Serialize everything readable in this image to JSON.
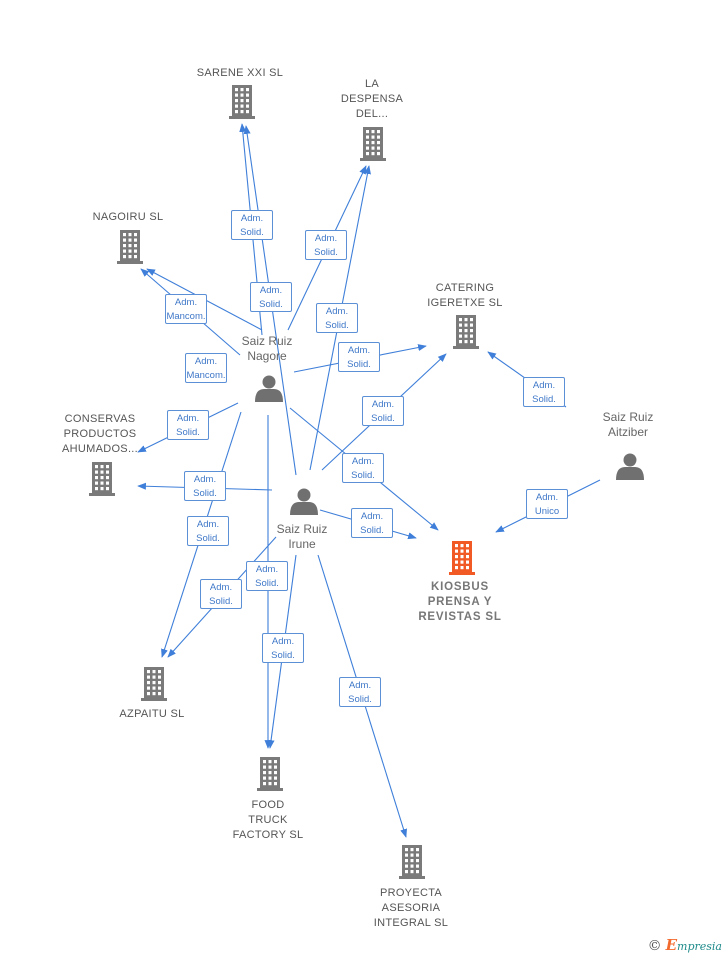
{
  "colors": {
    "edge": "#3f7fd9",
    "building": "#7a7a7a",
    "building_main": "#f15a24",
    "person": "#707070"
  },
  "companies": [
    {
      "id": "sarene",
      "lines": [
        "SARENE XXI SL"
      ],
      "main": false
    },
    {
      "id": "despensa",
      "lines": [
        "LA",
        "DESPENSA",
        "DEL..."
      ],
      "main": false
    },
    {
      "id": "nagoiru",
      "lines": [
        "NAGOIRU  SL"
      ],
      "main": false
    },
    {
      "id": "catering",
      "lines": [
        "CATERING",
        "IGERETXE  SL"
      ],
      "main": false
    },
    {
      "id": "conservas",
      "lines": [
        "CONSERVAS",
        "PRODUCTOS",
        "AHUMADOS..."
      ],
      "main": false
    },
    {
      "id": "kiosbus",
      "lines": [
        "KIOSBUS",
        "PRENSA Y",
        "REVISTAS  SL"
      ],
      "main": true
    },
    {
      "id": "azpaitu",
      "lines": [
        "AZPAITU SL"
      ],
      "main": false
    },
    {
      "id": "foodtruck",
      "lines": [
        "FOOD",
        "TRUCK",
        "FACTORY  SL"
      ],
      "main": false
    },
    {
      "id": "proyecta",
      "lines": [
        "PROYECTA",
        "ASESORIA",
        "INTEGRAL SL"
      ],
      "main": false
    }
  ],
  "persons": [
    {
      "id": "nagore",
      "lines": [
        "Saiz Ruiz",
        "Nagore"
      ]
    },
    {
      "id": "irune",
      "lines": [
        "Saiz Ruiz",
        "Irune"
      ]
    },
    {
      "id": "aitziber",
      "lines": [
        "Saiz Ruiz",
        "Aitziber"
      ]
    }
  ],
  "edge_labels": [
    [
      "Adm.",
      "Solid."
    ],
    [
      "Adm.",
      "Solid."
    ],
    [
      "Adm.",
      "Solid."
    ],
    [
      "Adm.",
      "Solid."
    ],
    [
      "Adm.",
      "Mancom."
    ],
    [
      "Adm.",
      "Mancom."
    ],
    [
      "Adm.",
      "Solid."
    ],
    [
      "Adm.",
      "Solid."
    ],
    [
      "Adm.",
      "Solid."
    ],
    [
      "Adm.",
      "Solid."
    ],
    [
      "Adm.",
      "Solid."
    ],
    [
      "Adm.",
      "Solid."
    ],
    [
      "Adm.",
      "Solid."
    ],
    [
      "Adm.",
      "Solid."
    ],
    [
      "Adm.",
      "Solid."
    ],
    [
      "Adm.",
      "Solid."
    ],
    [
      "Adm.",
      "Solid."
    ],
    [
      "Adm.",
      "Solid."
    ],
    [
      "Adm.",
      "Unico"
    ]
  ],
  "brand": {
    "symbol": "©",
    "initial": "E",
    "name": "mpresia"
  }
}
